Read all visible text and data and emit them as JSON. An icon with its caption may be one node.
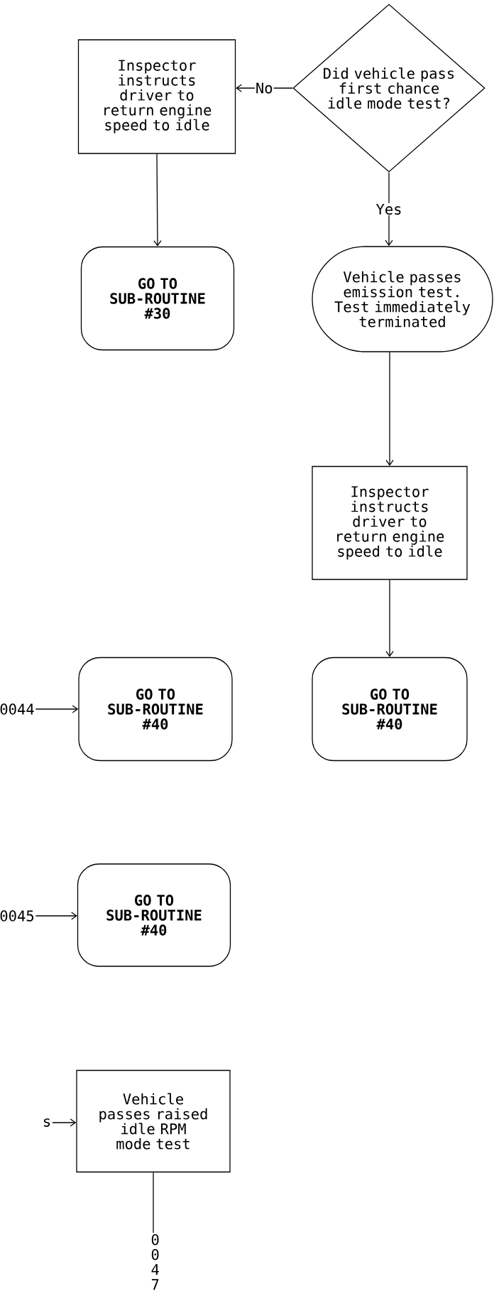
{
  "diagram": {
    "nodes": [
      {
        "text": [
          "Did vehicle pass first chance idle mode test?"
        ]
      },
      {
        "text": [
          "Inspector instructs driver to return engine speed to idle"
        ]
      },
      {
        "text": [
          "GO TO SUB-ROUTINE #30"
        ]
      },
      {
        "text": [
          "Vehicle passes emission test. Test immediately terminated"
        ]
      },
      {
        "text": [
          "Inspector instructs driver to return engine speed to idle"
        ]
      },
      {
        "text": [
          "GO TO SUB-ROUTINE #40"
        ]
      },
      {
        "text": [
          "GO TO SUB-ROUTINE #40"
        ]
      },
      {
        "text": [
          "GO TO SUB-ROUTINE #40"
        ]
      },
      {
        "text": [
          "Vehicle passes raised idle RPM mode test"
        ]
      },
      {
        "text": [
          "0044"
        ]
      },
      {
        "text": [
          "0045"
        ]
      },
      {
        "text": [
          "s"
        ]
      },
      {
        "text": [
          "0047"
        ]
      }
    ],
    "edges": [
      {
        "from": 0,
        "to": 1,
        "arrow": "to",
        "label": "No"
      },
      {
        "from": 1,
        "to": 2,
        "arrow": "to"
      },
      {
        "from": 0,
        "to": 3,
        "arrow": "to",
        "label": "Yes"
      },
      {
        "from": 3,
        "to": 4,
        "arrow": "to"
      },
      {
        "from": 4,
        "to": 5,
        "arrow": "to"
      },
      {
        "from": 9,
        "to": 6,
        "arrow": "to"
      },
      {
        "from": 10,
        "to": 7,
        "arrow": "to"
      },
      {
        "from": 11,
        "to": 8,
        "arrow": "to"
      },
      {
        "from": 8,
        "to": 12,
        "arrow": "none"
      }
    ]
  }
}
